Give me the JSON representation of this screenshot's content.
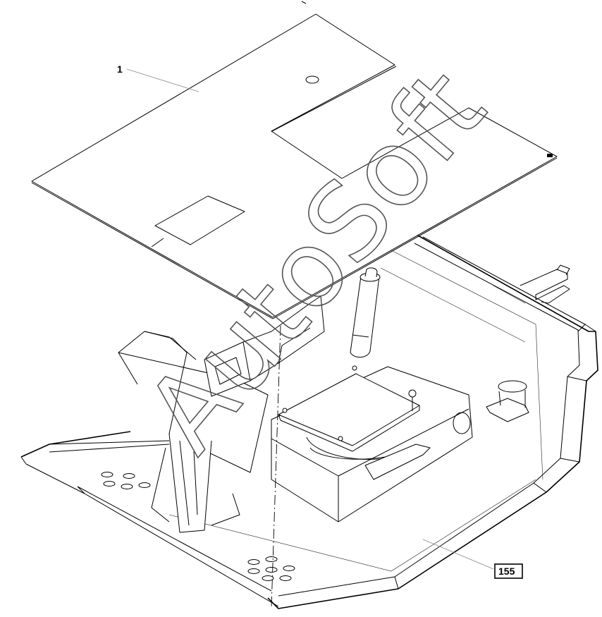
{
  "parts": [
    {
      "id": "part-1",
      "number": "1"
    },
    {
      "id": "part-155",
      "number": "155",
      "boxed": true
    }
  ],
  "watermark": {
    "text": "AutoSoft"
  }
}
